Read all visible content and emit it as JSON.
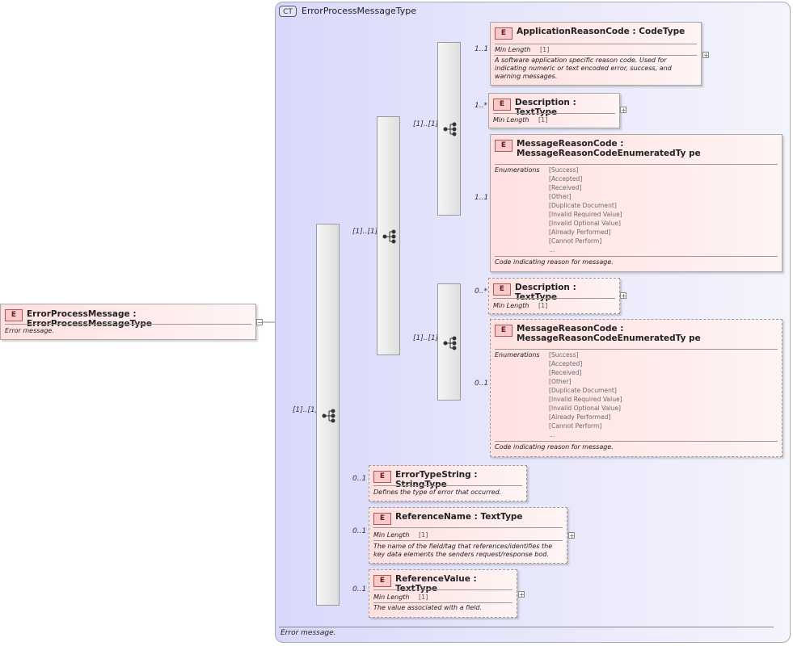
{
  "root": {
    "badge": "E",
    "name": "ErrorProcessMessage",
    "type": "ErrorProcessMessageType",
    "description": "Error message."
  },
  "complex_type": {
    "badge": "CT",
    "name": "ErrorProcessMessageType",
    "description": "Error message."
  },
  "colon": ":",
  "min_length_label": "Min Length",
  "enumerations_label": "Enumerations",
  "sequences": {
    "outer": {
      "cardinality": "[1]..[1]"
    },
    "middle": {
      "cardinality": "[1]..[1]"
    },
    "choice_a": {
      "cardinality": "[1]..[1]"
    },
    "choice_b": {
      "cardinality": "[1]..[1]"
    }
  },
  "elements": {
    "application_reason_code": {
      "badge": "E",
      "name": "ApplicationReasonCode",
      "type": "CodeType",
      "cardinality": "1..1",
      "min_length": "[1]",
      "description": "A software application specific reason code. Used for indicating numeric or text encoded error, success, and warning messages."
    },
    "description_1": {
      "badge": "E",
      "name": "Description",
      "type": "TextType",
      "cardinality": "1..*",
      "min_length": "[1]"
    },
    "message_reason_code_1": {
      "badge": "E",
      "name": "MessageReasonCode",
      "type": "MessageReasonCodeEnumeratedTy pe",
      "cardinality": "1..1",
      "enumerations": [
        "[Success]",
        "[Accepted]",
        "[Received]",
        "[Other]",
        "[Duplicate Document]",
        "[Invalid Required Value]",
        "[Invalid Optional Value]",
        "[Already Performed]",
        "[Cannot Perform]",
        "..."
      ],
      "description": "Code indicating reason for message."
    },
    "description_2": {
      "badge": "E",
      "name": "Description",
      "type": "TextType",
      "cardinality": "0..*",
      "min_length": "[1]"
    },
    "message_reason_code_2": {
      "badge": "E",
      "name": "MessageReasonCode",
      "type": "MessageReasonCodeEnumeratedTy pe",
      "cardinality": "0..1",
      "enumerations": [
        "[Success]",
        "[Accepted]",
        "[Received]",
        "[Other]",
        "[Duplicate Document]",
        "[Invalid Required Value]",
        "[Invalid Optional Value]",
        "[Already Performed]",
        "[Cannot Perform]",
        "..."
      ],
      "description": "Code indicating reason for message."
    },
    "error_type_string": {
      "badge": "E",
      "name": "ErrorTypeString",
      "type": "StringType",
      "cardinality": "0..1",
      "description": "Defines the type of error that occurred."
    },
    "reference_name": {
      "badge": "E",
      "name": "ReferenceName",
      "type": "TextType",
      "cardinality": "0..1",
      "min_length": "[1]",
      "description": "The name of the field/tag that references/identifies the key data elements the senders request/response bod."
    },
    "reference_value": {
      "badge": "E",
      "name": "ReferenceValue",
      "type": "TextType",
      "cardinality": "0..1",
      "min_length": "[1]",
      "description": "The value associated with a field."
    }
  },
  "expand_symbol": "+",
  "collapse_symbol": "−"
}
